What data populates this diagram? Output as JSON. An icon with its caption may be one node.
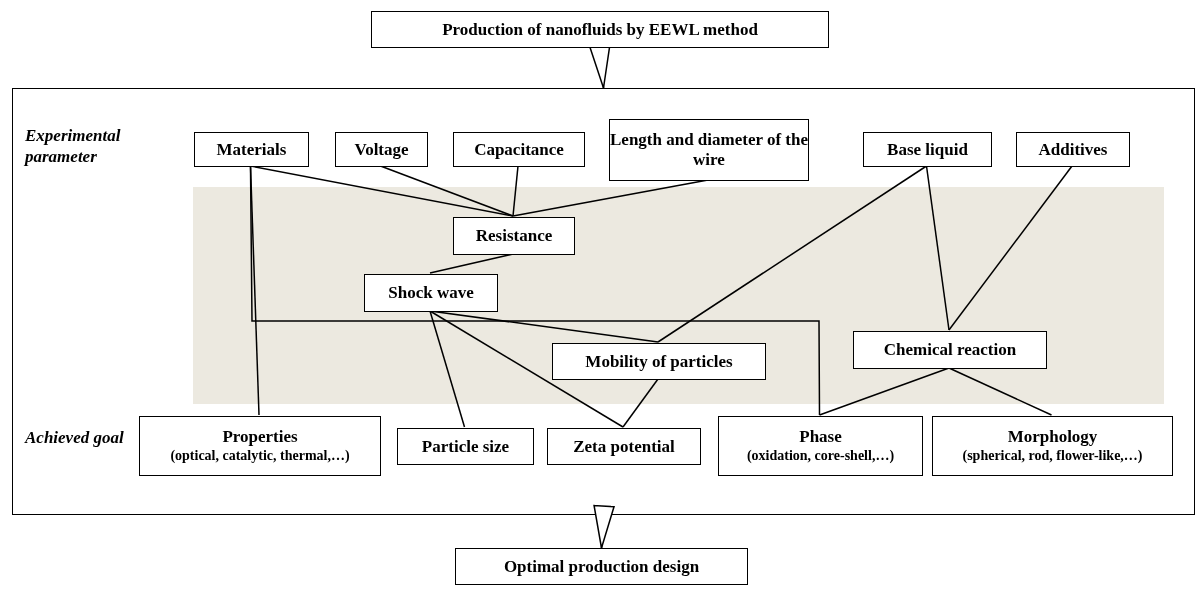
{
  "diagram": {
    "nodes": [
      {
        "text": [
          "Production of nanofluids by EEWL method"
        ]
      },
      {
        "text": [
          "Experimental parameter",
          "Achieved goal"
        ]
      },
      {
        "text": [
          "Materials"
        ],
        "in": 1
      },
      {
        "text": [
          "Voltage"
        ],
        "in": 1
      },
      {
        "text": [
          "Capacitance"
        ],
        "in": 1
      },
      {
        "text": [
          "Length and diameter of the wire"
        ],
        "in": 1
      },
      {
        "text": [
          "Base liquid"
        ],
        "in": 1
      },
      {
        "text": [
          "Additives"
        ],
        "in": 1
      },
      {
        "text": [],
        "shape": "band",
        "in": 1
      },
      {
        "text": [
          "Resistance"
        ],
        "in": 8
      },
      {
        "text": [
          "Shock wave"
        ],
        "in": 8
      },
      {
        "text": [
          "Mobility of particles"
        ],
        "in": 8
      },
      {
        "text": [
          "Chemical reaction"
        ],
        "in": 8
      },
      {
        "text": [
          "Properties",
          "(optical, catalytic, thermal,…)"
        ],
        "in": 1
      },
      {
        "text": [
          "Particle size"
        ],
        "in": 1
      },
      {
        "text": [
          "Zeta potential"
        ],
        "in": 1
      },
      {
        "text": [
          "Phase",
          "(oxidation, core-shell,…)"
        ],
        "in": 1
      },
      {
        "text": [
          "Morphology",
          "(spherical, rod, flower-like,…)"
        ],
        "in": 1
      },
      {
        "text": [
          "Optimal production design"
        ]
      }
    ],
    "edges": [
      {
        "from": 0,
        "to": 1,
        "arrow": "to"
      },
      {
        "from": 2,
        "to": 9,
        "arrow": "none"
      },
      {
        "from": 3,
        "to": 9,
        "arrow": "none"
      },
      {
        "from": 4,
        "to": 9,
        "arrow": "none"
      },
      {
        "from": 5,
        "to": 9,
        "arrow": "none"
      },
      {
        "from": 9,
        "to": 10,
        "arrow": "none"
      },
      {
        "from": 2,
        "to": 13,
        "arrow": "none"
      },
      {
        "from": 2,
        "to": 16,
        "arrow": "none"
      },
      {
        "from": 10,
        "to": 11,
        "arrow": "none"
      },
      {
        "from": 10,
        "to": 14,
        "arrow": "none"
      },
      {
        "from": 10,
        "to": 15,
        "arrow": "none"
      },
      {
        "from": 11,
        "to": 15,
        "arrow": "none"
      },
      {
        "from": 6,
        "to": 11,
        "arrow": "none"
      },
      {
        "from": 6,
        "to": 12,
        "arrow": "none"
      },
      {
        "from": 7,
        "to": 12,
        "arrow": "none"
      },
      {
        "from": 12,
        "to": 16,
        "arrow": "none"
      },
      {
        "from": 12,
        "to": 17,
        "arrow": "none"
      },
      {
        "from": 1,
        "to": 18,
        "arrow": "to"
      }
    ]
  }
}
